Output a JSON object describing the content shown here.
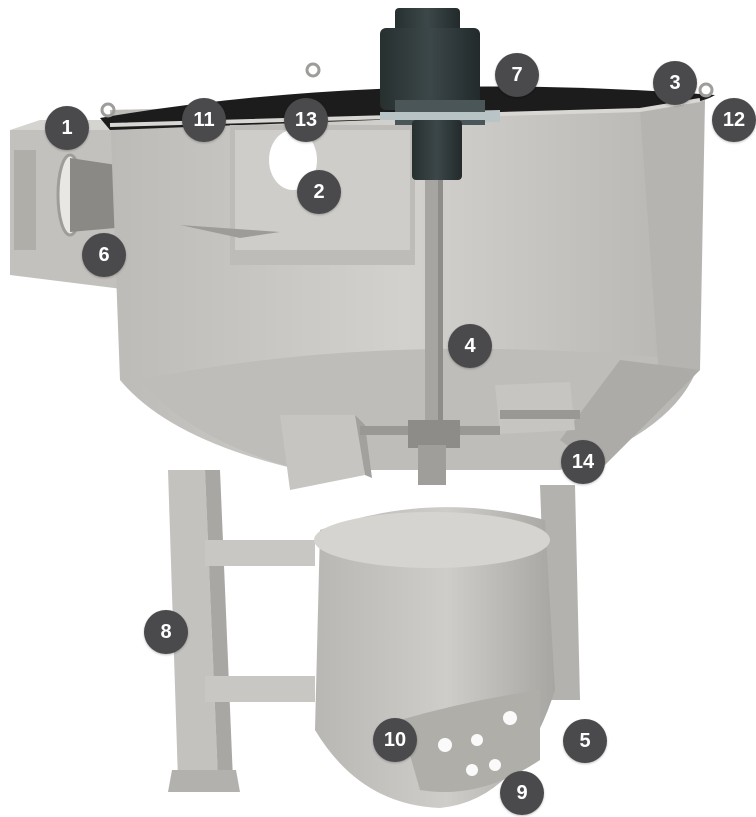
{
  "diagram": {
    "callouts": [
      {
        "label": "1"
      },
      {
        "label": "2"
      },
      {
        "label": "3"
      },
      {
        "label": "4"
      },
      {
        "label": "5"
      },
      {
        "label": "6"
      },
      {
        "label": "7"
      },
      {
        "label": "8"
      },
      {
        "label": "9"
      },
      {
        "label": "10"
      },
      {
        "label": "11"
      },
      {
        "label": "12"
      },
      {
        "label": "13"
      },
      {
        "label": "14"
      }
    ],
    "colors": {
      "steel": "#c9c7c3",
      "steel_dark": "#a9a7a3",
      "drive": "#2f3a3d",
      "badge": "#4a4a4c"
    }
  }
}
